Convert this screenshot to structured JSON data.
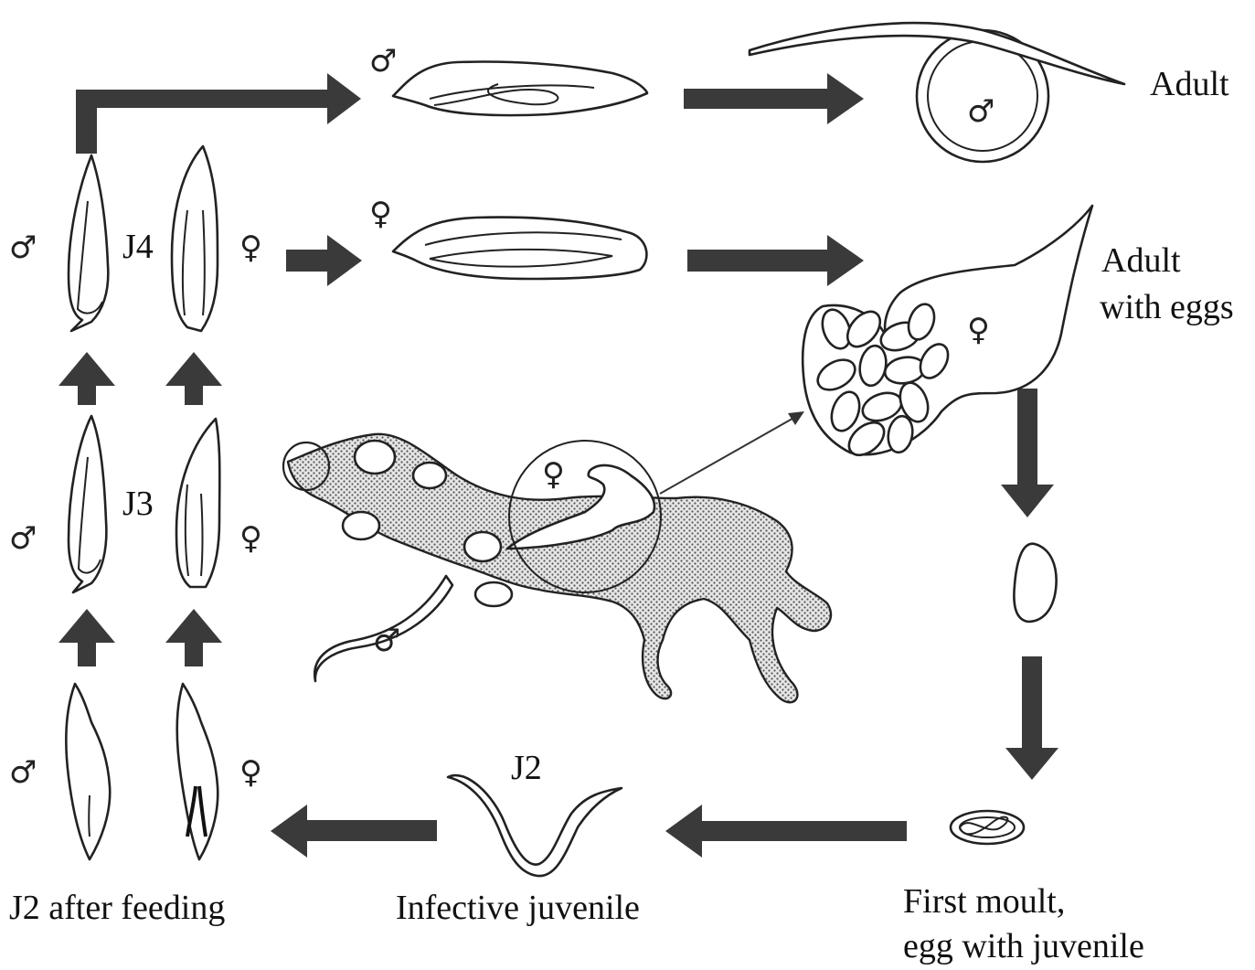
{
  "labels": {
    "adult_male": "Adult",
    "adult_female_line1": "Adult",
    "adult_female_line2": "with eggs",
    "j4": "J4",
    "j3": "J3",
    "j2_top": "J2",
    "j2_after_feeding": "J2 after feeding",
    "infective_juvenile": "Infective juvenile",
    "first_moult_line1": "First moult,",
    "first_moult_line2": "egg with juvenile"
  },
  "symbols": {
    "male": "♂",
    "female": "♀"
  },
  "colors": {
    "arrow": "#3a3a3a",
    "outline": "#222222",
    "root_stipple": "#555555"
  }
}
